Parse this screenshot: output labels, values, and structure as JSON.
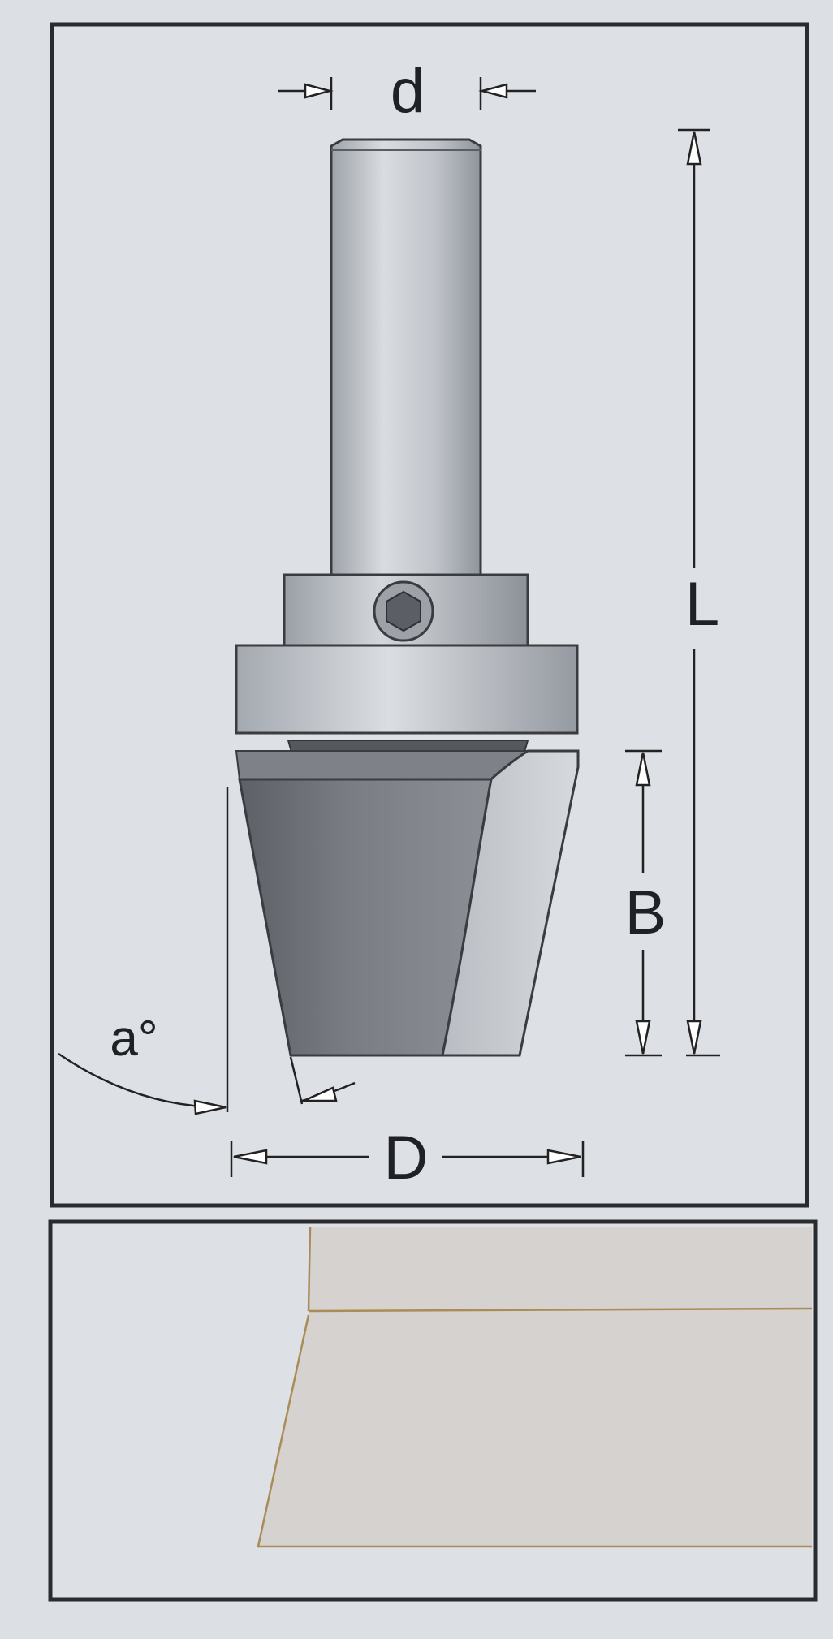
{
  "labels": {
    "shank_diameter": "d",
    "total_length": "L",
    "cutting_height": "B",
    "cutting_diameter": "D",
    "angle": "a°"
  },
  "colors": {
    "frame": "#2a2b2e",
    "paper": "#dde0e5",
    "steel_light": "#c9cdd2",
    "steel_mid": "#a9aeb5",
    "steel_dark": "#6d7178",
    "cutter_dark": "#55595f",
    "workpiece": "#d6d2cf",
    "profile_line": "#a98c56"
  }
}
